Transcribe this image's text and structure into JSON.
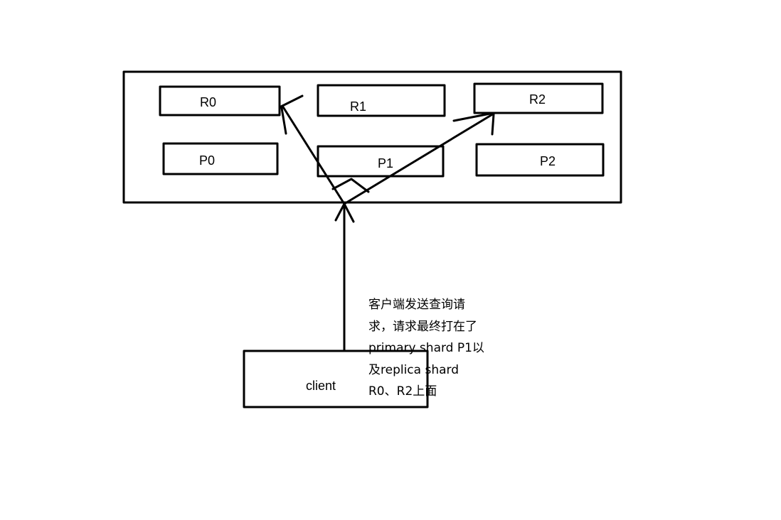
{
  "nodes": {
    "r0": "R0",
    "r1": "R1",
    "r2": "R2",
    "p0": "P0",
    "p1": "P1",
    "p2": "P2",
    "client": "client"
  },
  "annotation": {
    "lines": [
      "客户端发送查询请",
      "求，请求最终打在了",
      "primary shard P1以",
      "及replica shard",
      "R0、R2上面"
    ]
  }
}
